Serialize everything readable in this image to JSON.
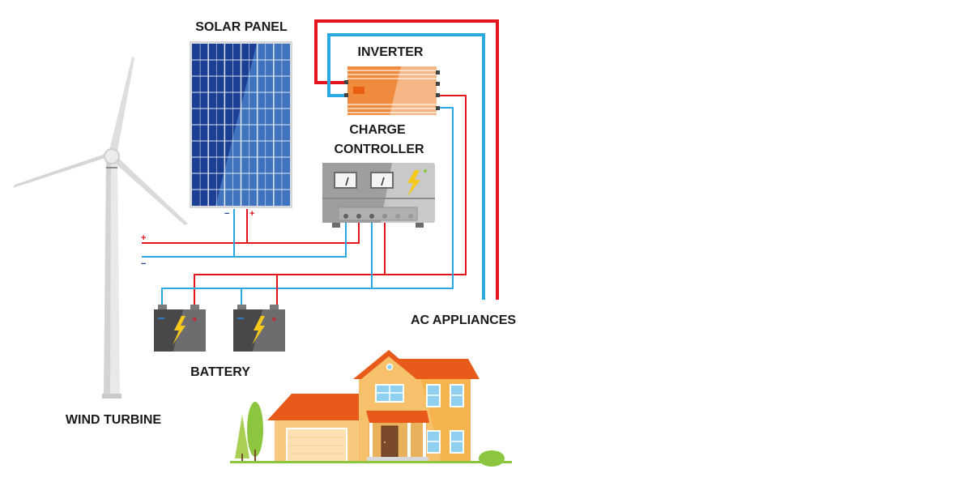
{
  "diagram": {
    "title": "Hybrid solar and wind power system",
    "labels": {
      "solar_panel": "SOLAR PANEL",
      "inverter": "INVERTER",
      "charge_controller_line1": "CHARGE",
      "charge_controller_line2": "CONTROLLER",
      "ac_appliances": "AC APPLIANCES",
      "battery": "BATTERY",
      "wind_turbine": "WIND TURBINE"
    },
    "polarity": {
      "plus": "+",
      "minus": "−"
    },
    "colors": {
      "positive_wire": "#e3141e",
      "negative_wire": "#2aa8e0",
      "panel_dark": "#1b3f95",
      "panel_light": "#3f73bd",
      "inverter_orange": "#f08a3c",
      "controller_grey": "#a9a9ab",
      "battery_grey": "#555558",
      "bolt_yellow": "#f6c81b",
      "roof_orange": "#e85a1a",
      "wall_yellow": "#f7c06a",
      "grass_green": "#8cc63f"
    },
    "components": [
      {
        "id": "wind-turbine",
        "name": "Wind Turbine"
      },
      {
        "id": "solar-panel",
        "name": "Solar Panel"
      },
      {
        "id": "charge-controller",
        "name": "Charge Controller"
      },
      {
        "id": "inverter",
        "name": "Inverter"
      },
      {
        "id": "battery-1",
        "name": "Battery"
      },
      {
        "id": "battery-2",
        "name": "Battery"
      },
      {
        "id": "house",
        "name": "AC Appliances / House"
      }
    ]
  }
}
